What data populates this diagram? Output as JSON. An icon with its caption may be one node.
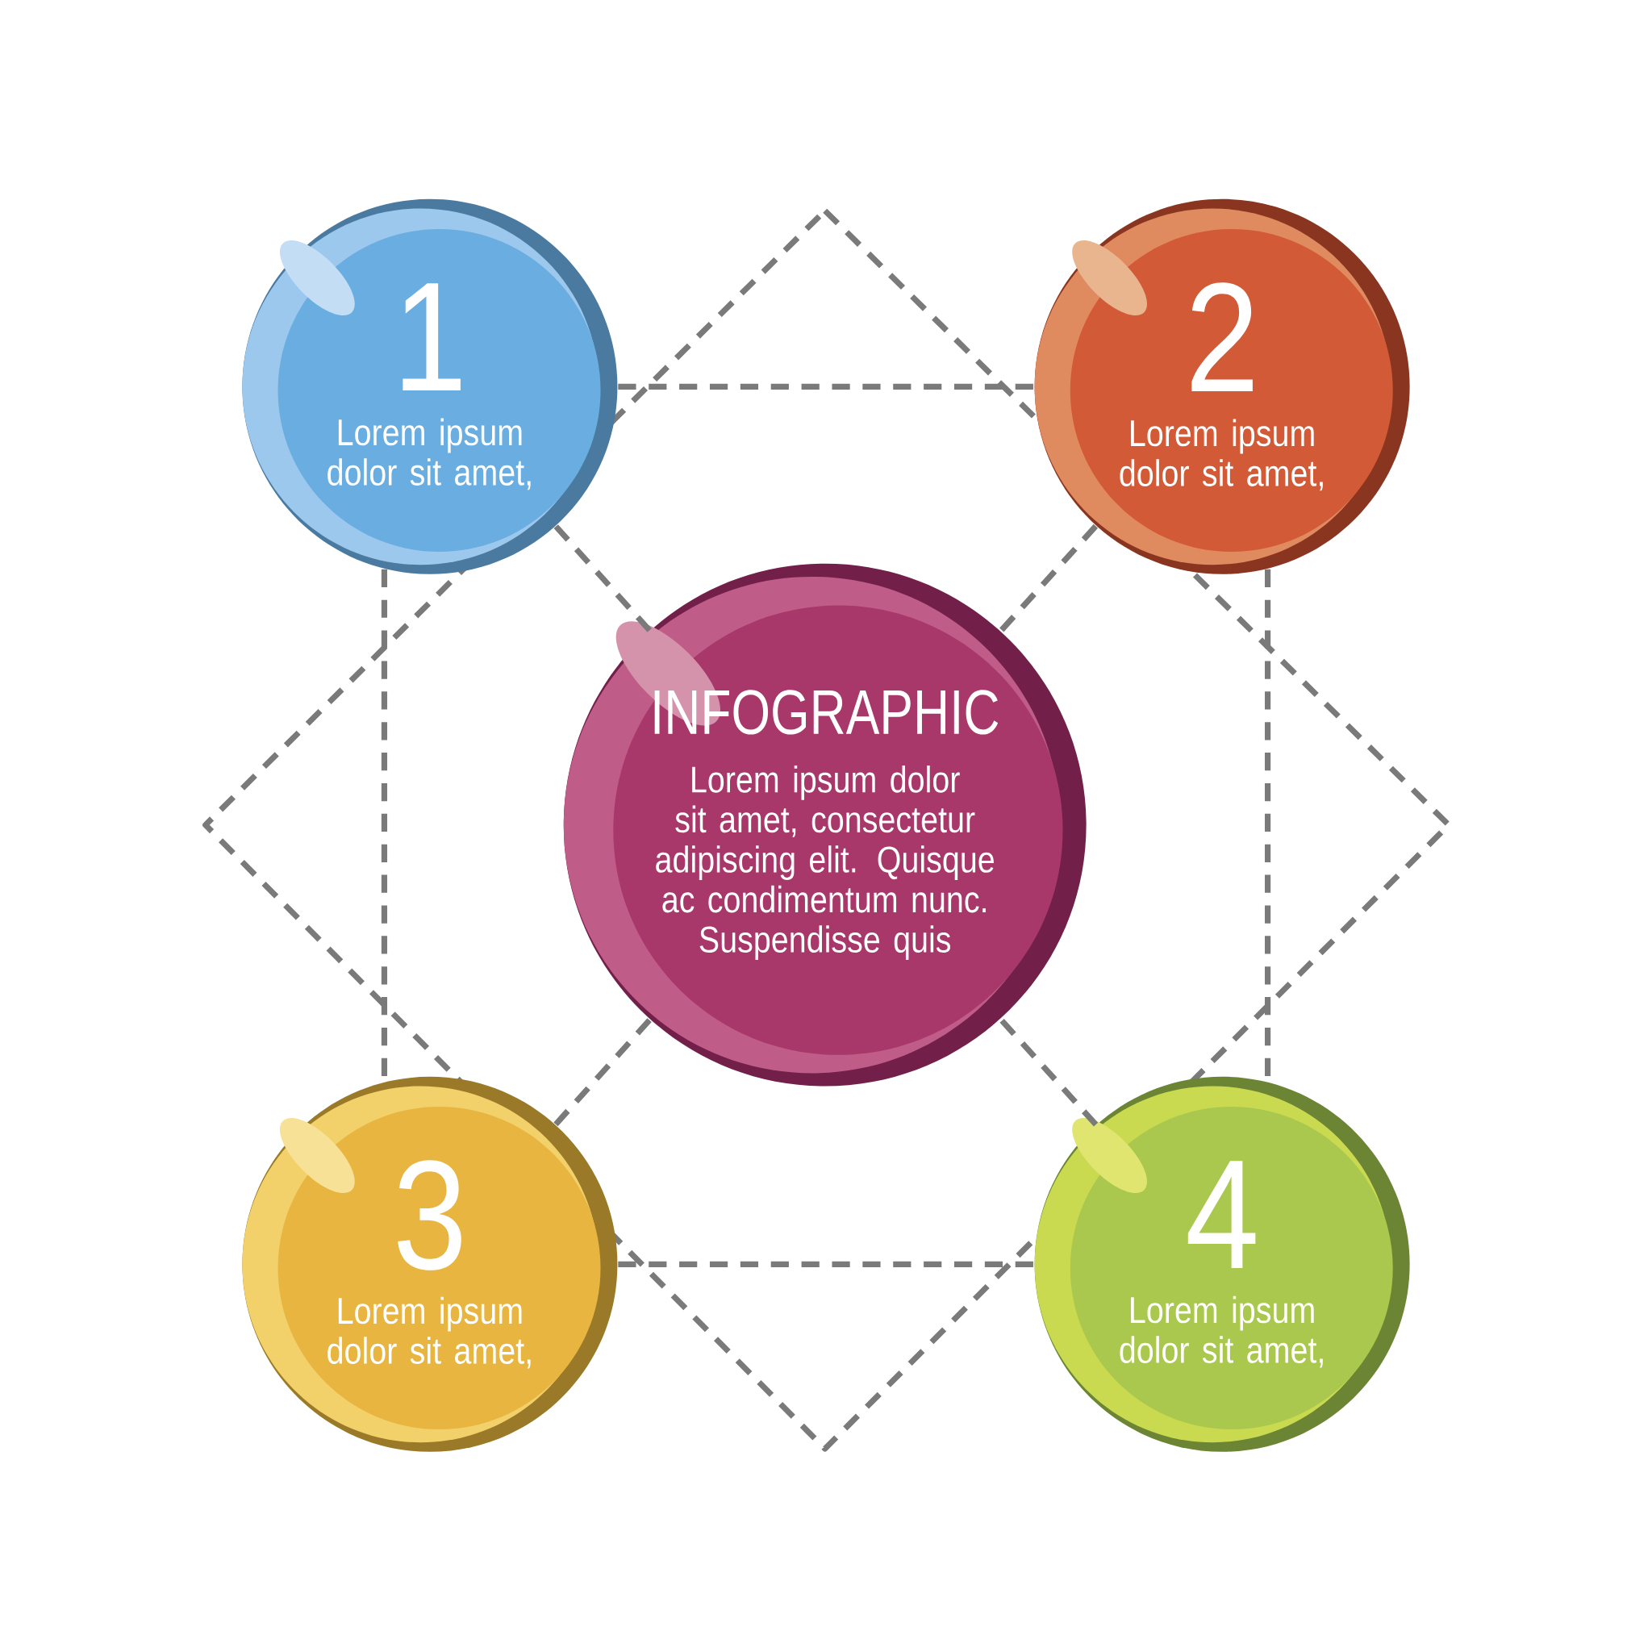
{
  "diagram": {
    "nodes": [
      {
        "text": [
          "1",
          "Lorem ipsum dolor sit amet,"
        ]
      },
      {
        "text": [
          "2",
          "Lorem ipsum dolor sit amet,"
        ]
      },
      {
        "text": [
          "3",
          "Lorem ipsum dolor sit amet,"
        ]
      },
      {
        "text": [
          "4",
          "Lorem ipsum dolor sit amet,"
        ]
      },
      {
        "text": [
          "INFOGRAPHIC",
          "Lorem ipsum dolor sit amet, consectetur adipiscing elit. Quisque ac condimentum nunc. Suspendisse quis"
        ]
      }
    ],
    "edges": [
      {
        "from": 0,
        "to": 1,
        "arrow": "none",
        "style": "dashed"
      },
      {
        "from": 0,
        "to": 2,
        "arrow": "none",
        "style": "dashed"
      },
      {
        "from": 1,
        "to": 3,
        "arrow": "none",
        "style": "dashed"
      },
      {
        "from": 2,
        "to": 3,
        "arrow": "none",
        "style": "dashed"
      },
      {
        "from": 0,
        "to": 4,
        "arrow": "none",
        "style": "dashed"
      },
      {
        "from": 1,
        "to": 4,
        "arrow": "none",
        "style": "dashed"
      },
      {
        "from": 2,
        "to": 4,
        "arrow": "none",
        "style": "dashed"
      },
      {
        "from": 3,
        "to": 4,
        "arrow": "none",
        "style": "dashed"
      }
    ]
  }
}
